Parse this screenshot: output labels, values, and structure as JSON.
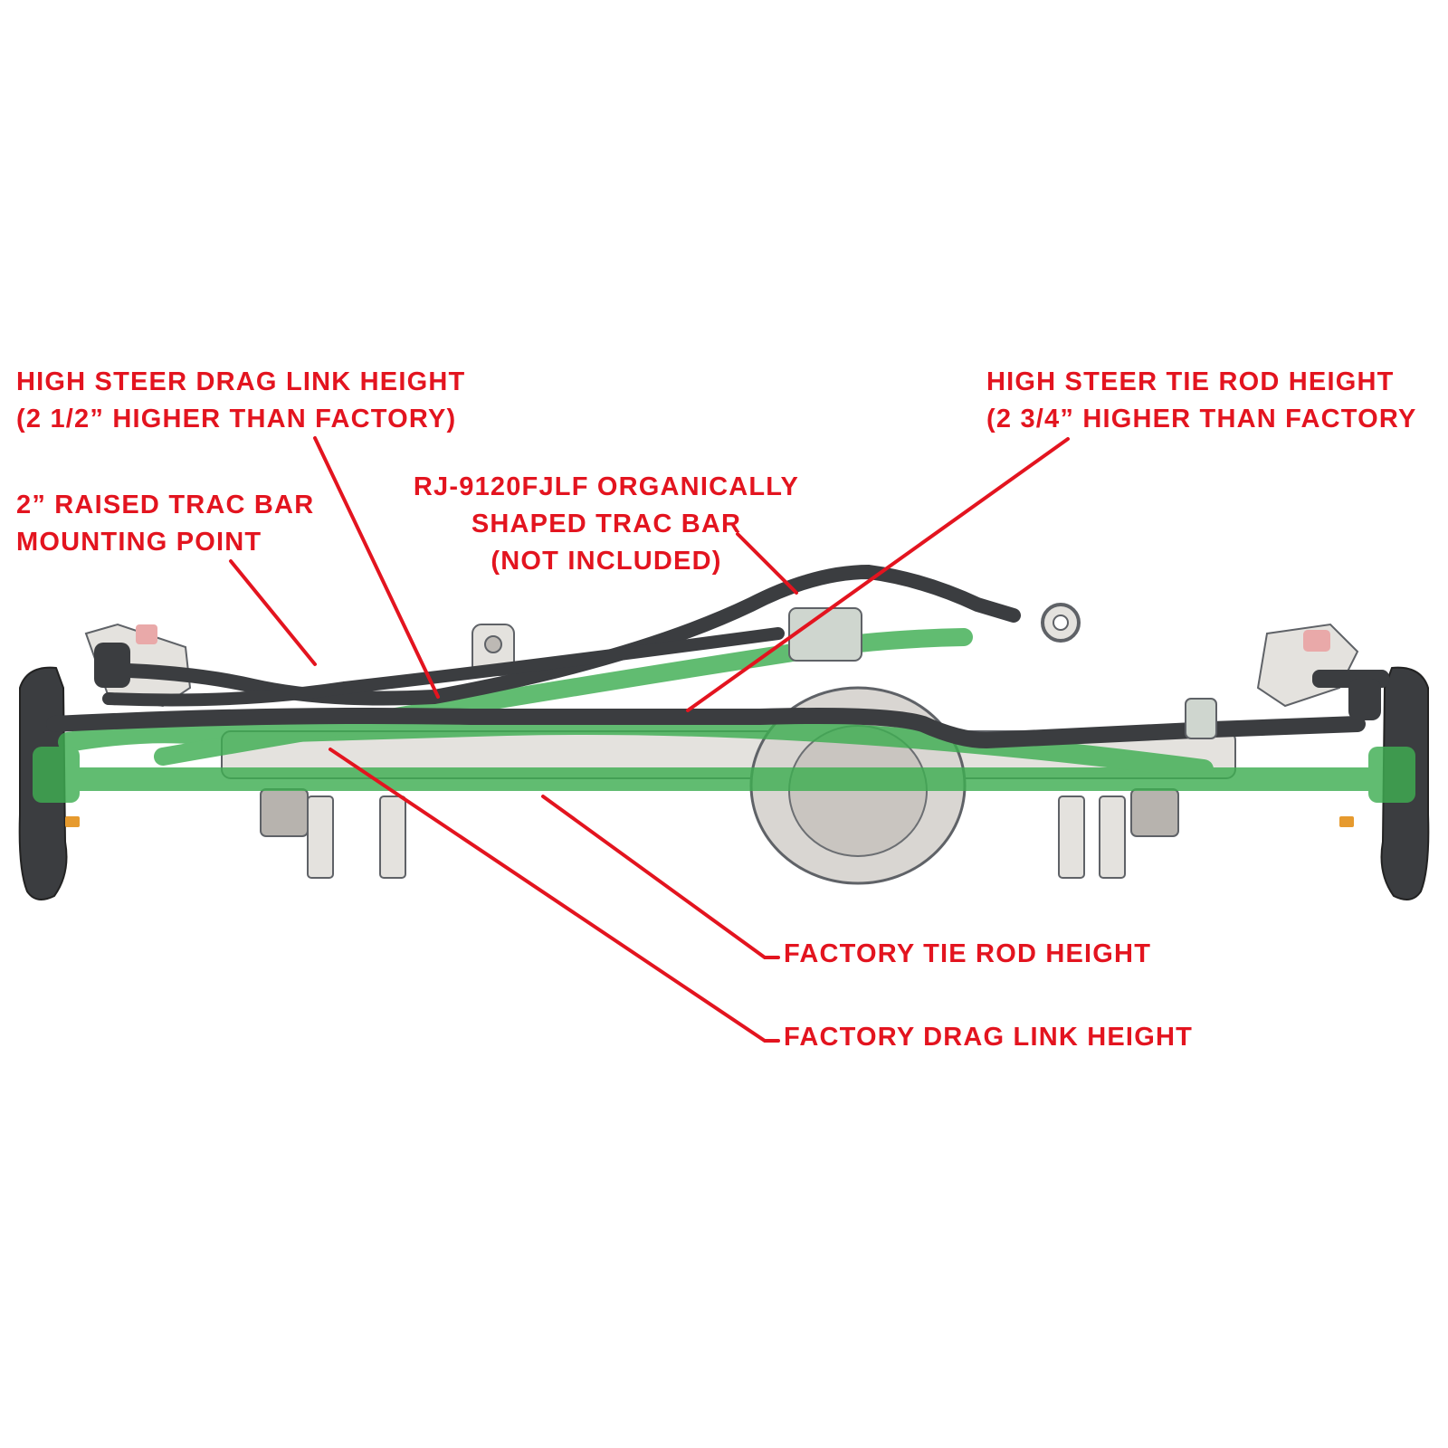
{
  "colors": {
    "background": "#ffffff",
    "label_text": "#e3141f",
    "leader_line": "#e3141f",
    "factory_steering_highlight": "#3fae52",
    "high_steer_parts": "#3b3d40",
    "axle_housing": "#e4e2de",
    "outline": "#5f6267"
  },
  "labels": {
    "drag_link_high": {
      "line1": "HIGH STEER DRAG LINK HEIGHT",
      "line2": "(2 1/2” HIGHER THAN FACTORY)"
    },
    "tie_rod_high": {
      "line1": "HIGH STEER TIE ROD HEIGHT",
      "line2": "(2 3/4” HIGHER THAN FACTORY"
    },
    "trac_bar_mount": {
      "line1": "2” RAISED TRAC BAR",
      "line2": "MOUNTING POINT"
    },
    "trac_bar": {
      "line1": "RJ-9120FJLF ORGANICALLY",
      "line2": "SHAPED TRAC BAR",
      "line3": "(NOT INCLUDED)"
    },
    "tie_rod_factory": "FACTORY TIE ROD HEIGHT",
    "drag_link_factory": "FACTORY DRAG LINK HEIGHT"
  }
}
